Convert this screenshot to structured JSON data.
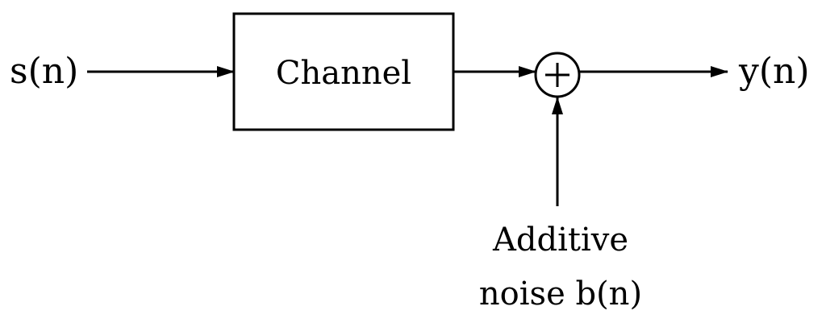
{
  "diagram": {
    "input_label": "s(n)",
    "block_label": "Channel",
    "output_label": "y(n)",
    "noise_label_line1": "Additive",
    "noise_label_line2": "noise b(n)",
    "summer_symbol": "+",
    "stroke_color": "#000000",
    "background_color": "#ffffff"
  }
}
